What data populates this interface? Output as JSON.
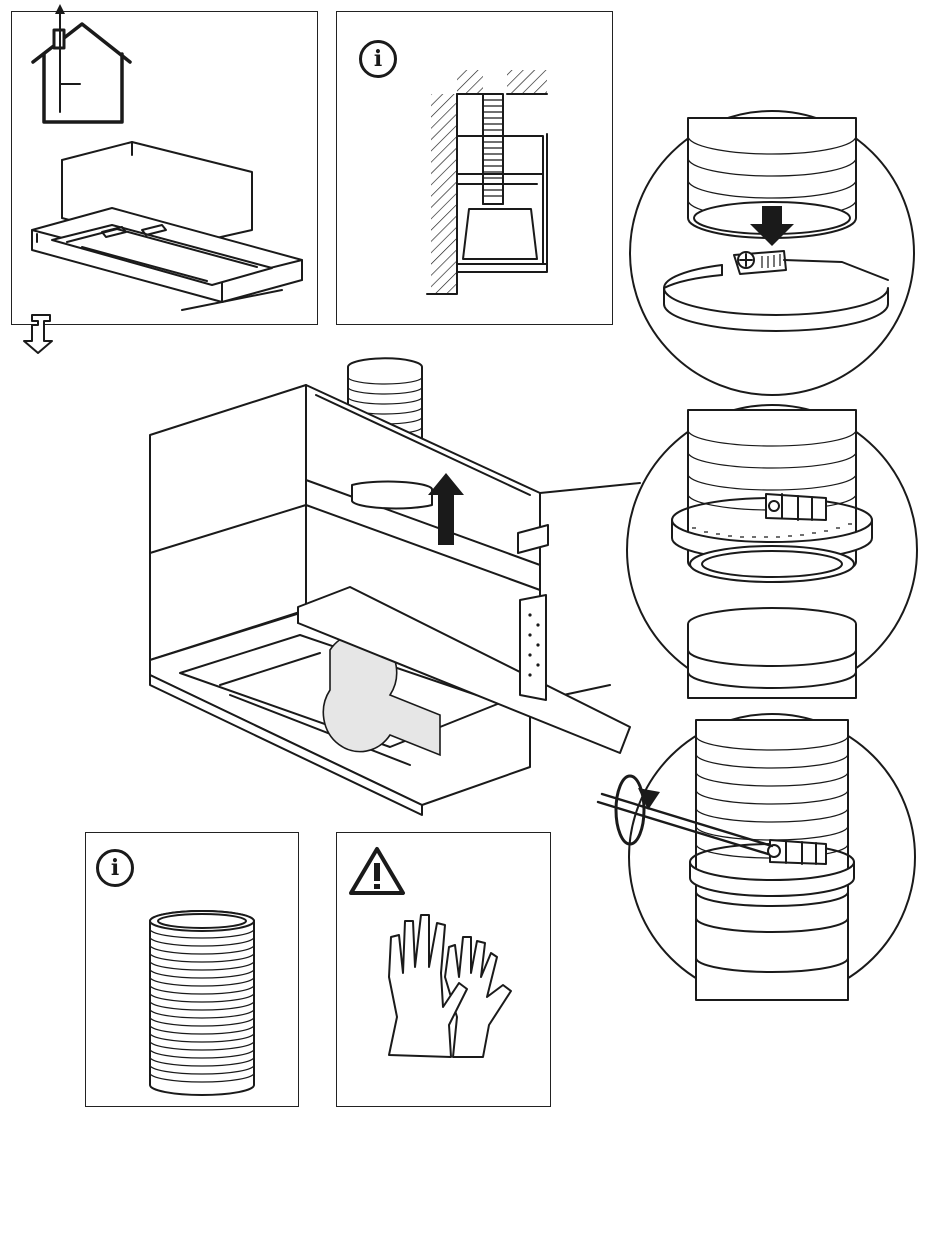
{
  "page": {
    "title": "",
    "panels": [
      {
        "id": "installation-type",
        "icon": "house-duct-icon"
      },
      {
        "id": "info-duct-routing",
        "icon": "info-icon",
        "glyph": "i"
      },
      {
        "id": "info-flexible-hose",
        "icon": "info-icon",
        "glyph": "i"
      },
      {
        "id": "warning-gloves",
        "icon": "warning-triangle-icon",
        "glyph": "!"
      }
    ],
    "detail_views": [
      {
        "id": "detail-clamp-fit",
        "icon": "down-arrow-icon"
      },
      {
        "id": "detail-clamp-placed"
      },
      {
        "id": "detail-clamp-tighten",
        "icon": "rotate-arrow-icon"
      }
    ],
    "step_marker": {
      "icon": "step-down-arrow-icon"
    },
    "colors": {
      "line": "#1a1a1a",
      "background": "#ffffff",
      "shade": "#e6e6e6"
    }
  }
}
